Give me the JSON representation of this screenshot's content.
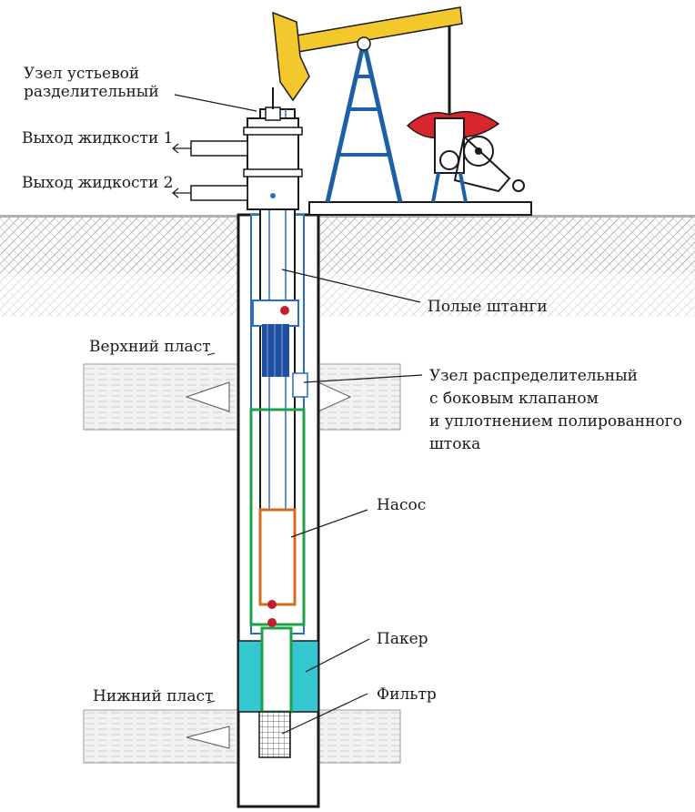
{
  "labels": {
    "wellhead_unit": [
      "Узел устьевой",
      "разделительный"
    ],
    "fluid_outlet_1": "Выход жидкости 1",
    "fluid_outlet_2": "Выход жидкости 2",
    "hollow_rods": "Полые штанги",
    "upper_layer": "Верхний пласт",
    "distributor_unit": [
      "Узел распределительный",
      "с боковым клапаном",
      "и уплотнением полированного",
      "штока"
    ],
    "pump": "Насос",
    "packer": "Пакер",
    "lower_layer": "Нижний пласт",
    "filter": "Фильтр"
  },
  "colors": {
    "outline": "#1a1a1a",
    "beam": "#f2c82c",
    "derrick": "#1f5fa8",
    "counterweight": "#d9262c",
    "pipe_outer": "#2b6fc4",
    "pump_green": "#1fa14a",
    "pump_orange": "#d36a1f",
    "packer": "#35c7cf",
    "ground_hatch": "#8a8a8a",
    "valve_red": "#c41f2f"
  }
}
